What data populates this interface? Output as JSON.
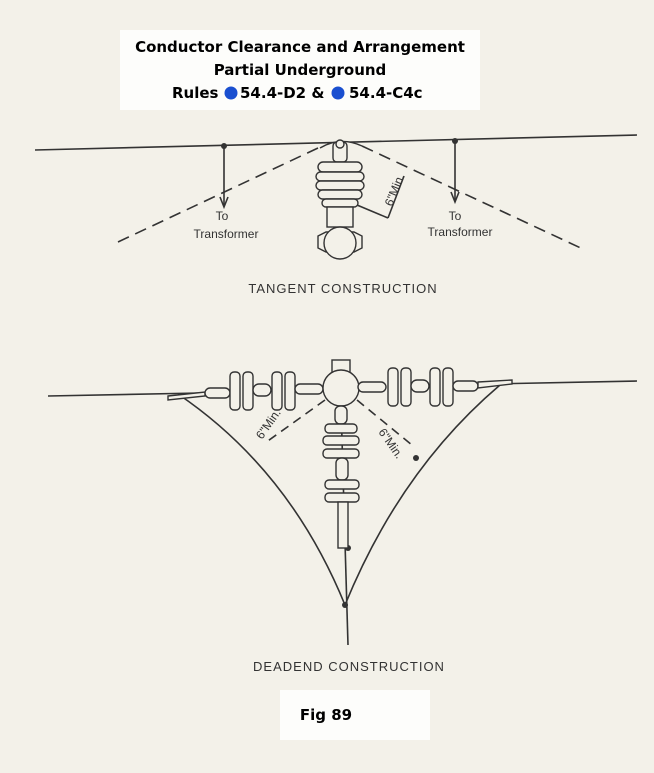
{
  "title": {
    "line1": "Conductor Clearance and Arrangement",
    "line2": "Partial Underground",
    "rules_prefix": "Rules",
    "rule1": "54.4-D2 &",
    "rule2": "54.4-C4c",
    "bullet_color": "#1a4fd0"
  },
  "tangent": {
    "left_label_1": "To",
    "left_label_2": "Transformer",
    "right_label_1": "To",
    "right_label_2": "Transformer",
    "clearance": "6\"Min.",
    "caption": "TANGENT CONSTRUCTION"
  },
  "deadend": {
    "clearance_left": "6\"Min.",
    "clearance_right": "6\"Min.",
    "caption": "DEADEND CONSTRUCTION"
  },
  "figure_label": "Fig 89"
}
